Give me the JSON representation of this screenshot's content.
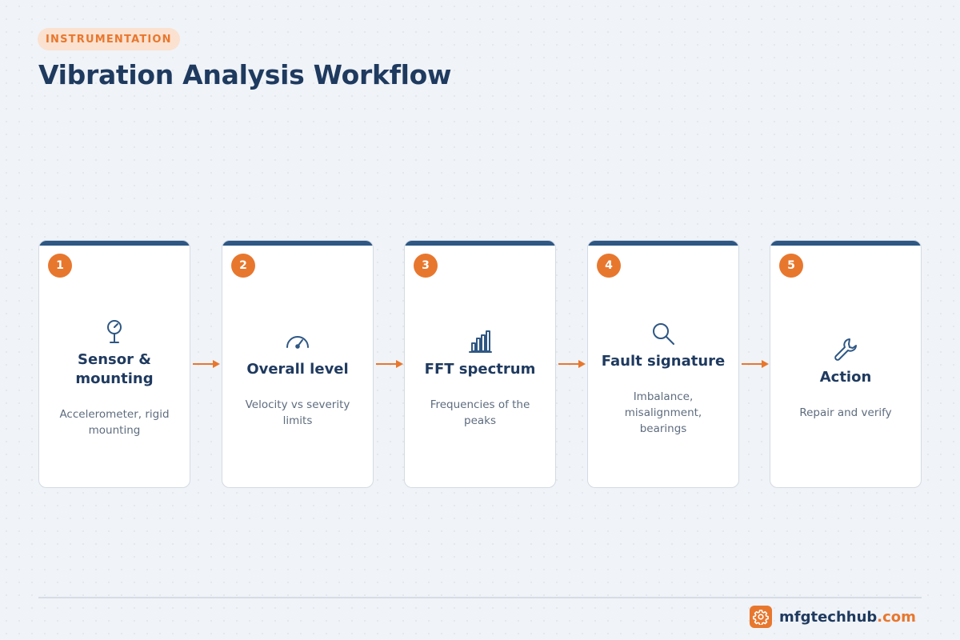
{
  "header": {
    "tag": "INSTRUMENTATION",
    "title": "Vibration Analysis Workflow"
  },
  "colors": {
    "accent": "#e8772e",
    "primary": "#1f3a5f",
    "card_bar": "#2e5784"
  },
  "steps": [
    {
      "number": "1",
      "label": "Sensor & mounting",
      "desc": "Accelerometer, rigid mounting",
      "icon": "sensor-gauge-icon"
    },
    {
      "number": "2",
      "label": "Overall level",
      "desc": "Velocity vs severity limits",
      "icon": "speedometer-icon"
    },
    {
      "number": "3",
      "label": "FFT spectrum",
      "desc": "Frequencies of the peaks",
      "icon": "bar-chart-icon"
    },
    {
      "number": "4",
      "label": "Fault signature",
      "desc": "Imbalance, misalignment, bearings",
      "icon": "magnifier-icon"
    },
    {
      "number": "5",
      "label": "Action",
      "desc": "Repair and verify",
      "icon": "wrench-icon"
    }
  ],
  "footer": {
    "brand_name": "mfgtechhub",
    "brand_tld": ".com",
    "logo_icon": "gear-icon"
  }
}
